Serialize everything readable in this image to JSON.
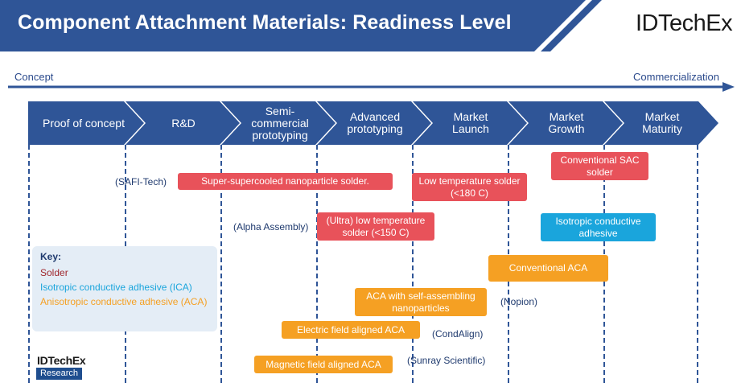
{
  "header": {
    "title": "Component Attachment Materials: Readiness Level",
    "logo": "IDTechEx"
  },
  "axis": {
    "start_label": "Concept",
    "end_label": "Commercialization"
  },
  "stages": [
    {
      "label": "Proof of concept"
    },
    {
      "label": "R&D"
    },
    {
      "label": "Semi-commercial prototyping"
    },
    {
      "label": "Advanced prototyping"
    },
    {
      "label": "Market Launch"
    },
    {
      "label": "Market Growth"
    },
    {
      "label": "Market Maturity"
    }
  ],
  "materials": [
    {
      "label": "Super-supercooled nanoparticle solder.",
      "category": "solder"
    },
    {
      "label": "Low temperature solder (<180 C)",
      "category": "solder"
    },
    {
      "label": "Conventional SAC solder",
      "category": "solder"
    },
    {
      "label": "(Ultra) low temperature solder (<150 C)",
      "category": "solder"
    },
    {
      "label": "Isotropic conductive adhesive",
      "category": "ica"
    },
    {
      "label": "Conventional ACA",
      "category": "aca"
    },
    {
      "label": "ACA with self-assembling nanoparticles",
      "category": "aca"
    },
    {
      "label": "Electric field aligned ACA",
      "category": "aca"
    },
    {
      "label": "Magnetic field aligned ACA",
      "category": "aca"
    }
  ],
  "companies": [
    "(SAFI-Tech)",
    "(Alpha Assembly)",
    "(Nopion)",
    "(CondAlign)",
    "(Sunray Scientific)"
  ],
  "key": {
    "title": "Key:",
    "items": [
      {
        "label": "Solder",
        "color": "#a0282e"
      },
      {
        "label": "Isotropic conductive adhesive (ICA)",
        "color": "#1aa5dc"
      },
      {
        "label": "Anisotropic conductive adhesive (ACA)",
        "color": "#f5a023"
      }
    ]
  },
  "footer": {
    "logo_top": "IDTechEx",
    "logo_bottom": "Research"
  },
  "colors": {
    "header": "#2f5597",
    "stage_fill": "#2f5597",
    "solder": "#e8525a",
    "ica": "#1aa5dc",
    "aca": "#f5a023"
  }
}
